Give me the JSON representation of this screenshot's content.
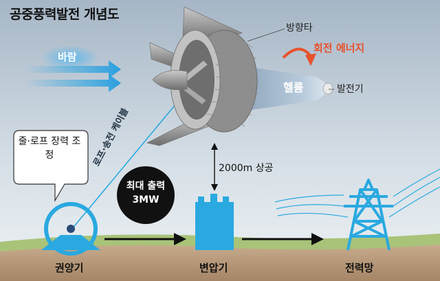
{
  "title": "공중풍력발전 개념도",
  "labels": {
    "wind": "바람",
    "rudder": "방향타",
    "rotation_energy": "회전 에너지",
    "helium": "헬륨",
    "generator": "발전기",
    "cable": "로프·송전 케이블",
    "tension": "줄·로프 장력 조정",
    "ascent": "2000m 상공",
    "max_output": "최대 출력 3MW",
    "winch": "권양기",
    "transformer": "변압기",
    "power_grid": "전력망"
  },
  "colors": {
    "sky_top": "#a8b8c8",
    "sky_bottom": "#e8eef2",
    "ground": "#b79a7c",
    "grass": "#a8c277",
    "accent_blue": "#2aa9e0",
    "arrow_orange": "#e8512b",
    "turbine_gray": "#9a9a9a"
  }
}
